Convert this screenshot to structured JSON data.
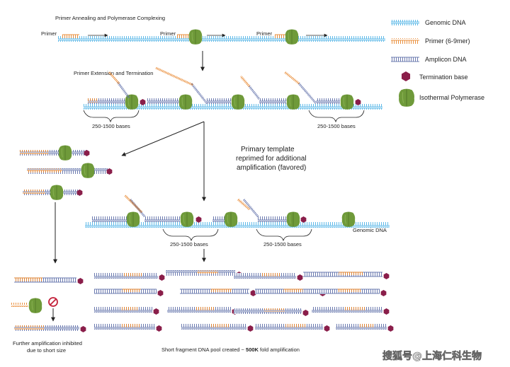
{
  "colors": {
    "genomic": "#4fb3e6",
    "primer": "#e8852b",
    "amplicon": "#5e6ea8",
    "termination": "#8a1e4a",
    "polymerase": "#6f9a3a",
    "arrow": "#222222"
  },
  "steps": {
    "step1": "Primer Annealing and Polymerase Complexing",
    "step2": "Primer Extension and Termination"
  },
  "labels": {
    "primer": "Primer",
    "bases": "250-1500 bases",
    "genomic_dna": "Genomic DNA",
    "reprimed_line1": "Primary template",
    "reprimed_line2": "reprimed for additional",
    "reprimed_line3": "amplification (favored)",
    "inhibited_line1": "Further amplification inhibited",
    "inhibited_line2": "due to short size",
    "pool": "Short fragment DNA pool created ~ ",
    "pool_bold": "500K",
    "pool_end": " fold amplification"
  },
  "legend": {
    "genomic": "Genomic DNA",
    "primer": "Primer (6-9mer)",
    "amplicon": "Amplicon DNA",
    "termination": "Termination base",
    "polymerase": "Isothermal Polymerase"
  },
  "watermark": "搜狐号@上海仁科生物"
}
